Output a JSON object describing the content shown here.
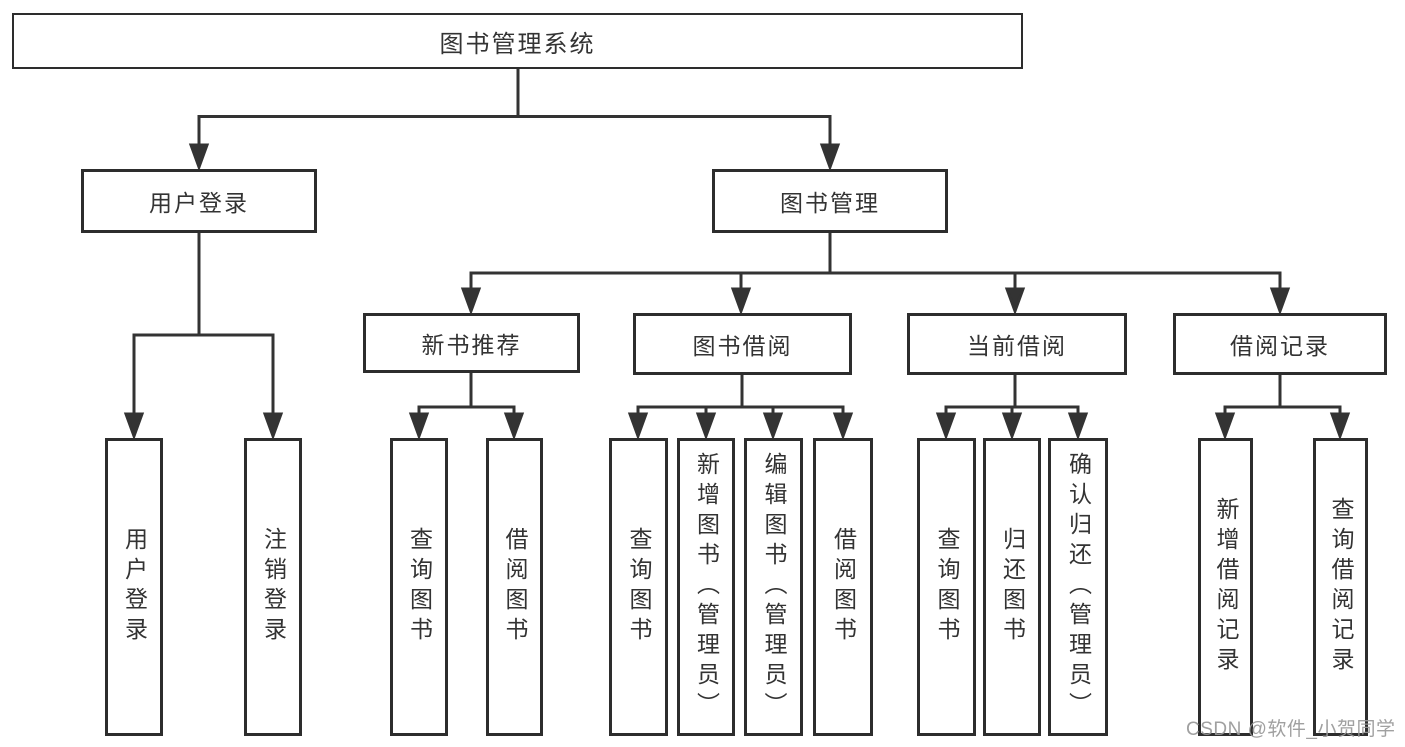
{
  "tree": {
    "root": {
      "label": "图书管理系统",
      "children": [
        {
          "label": "用户登录",
          "children": [
            {
              "label": "用户登录"
            },
            {
              "label": "注销登录"
            }
          ]
        },
        {
          "label": "图书管理",
          "children": [
            {
              "label": "新书推荐",
              "children": [
                {
                  "label": "查询图书"
                },
                {
                  "label": "借阅图书"
                }
              ]
            },
            {
              "label": "图书借阅",
              "children": [
                {
                  "label": "查询图书"
                },
                {
                  "label": "新增图书（管理员）"
                },
                {
                  "label": "编辑图书（管理员）"
                },
                {
                  "label": "借阅图书"
                }
              ]
            },
            {
              "label": "当前借阅",
              "children": [
                {
                  "label": "查询图书"
                },
                {
                  "label": "归还图书"
                },
                {
                  "label": "确认归还（管理员）"
                }
              ]
            },
            {
              "label": "借阅记录",
              "children": [
                {
                  "label": "新增借阅记录"
                },
                {
                  "label": "查询借阅记录"
                }
              ]
            }
          ]
        }
      ]
    }
  },
  "watermark": "CSDN @软件_小贺同学",
  "colors": {
    "background": "#ffffff",
    "line": "#333333",
    "box_border": "#2d2d2d",
    "text": "#333333",
    "watermark_text": "#989898"
  }
}
